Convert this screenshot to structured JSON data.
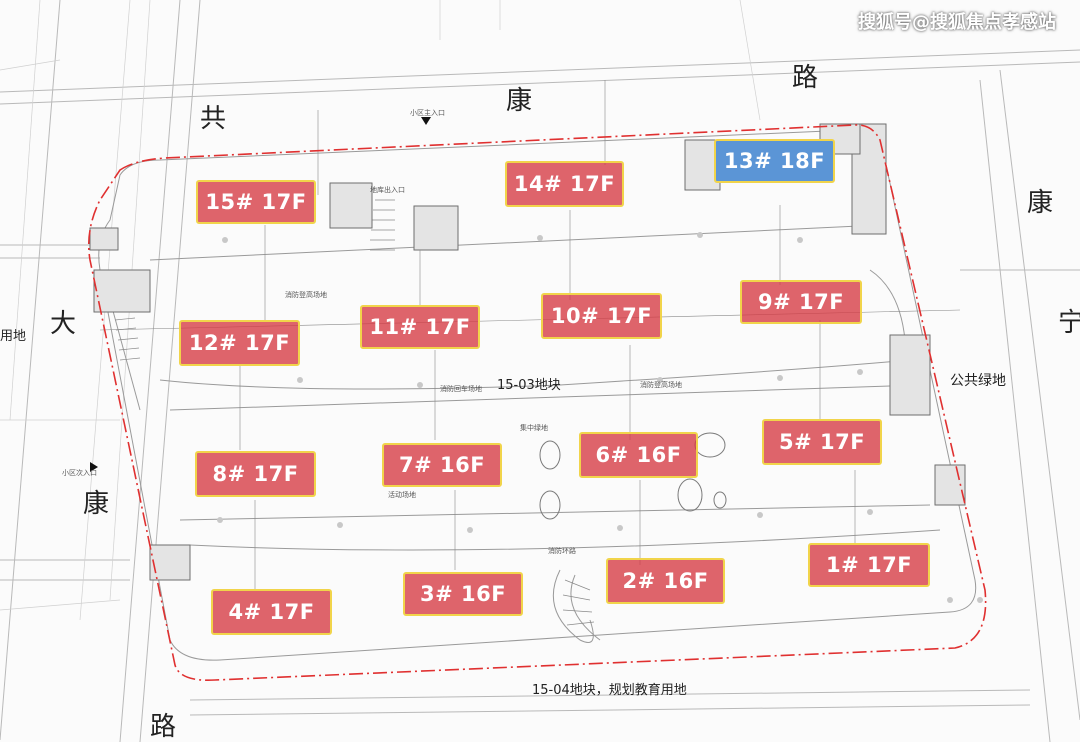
{
  "watermark": "搜狐号@搜狐焦点孝感站",
  "roads": {
    "north": [
      "共",
      "康",
      "路"
    ],
    "east": [
      "康",
      "宁"
    ],
    "west": [
      "大",
      "康"
    ],
    "south_road": "路"
  },
  "labels": {
    "plot": "15-03地块",
    "south_plot": "15-04地块，规划教育用地",
    "green": "公共绿地",
    "west_land": "用地",
    "concentrated_green": "集中绿地",
    "main_entrance": "小区主入口",
    "secondary_entrance": "小区次入口",
    "fire_yard": "消防登高场地",
    "fire_turn": "消防回车场地",
    "fire_road": "消防环路",
    "garage_entrance": "地库出入口",
    "activity": "活动场地"
  },
  "buildings": [
    {
      "id": "15",
      "label": "15# 17F",
      "color": "red"
    },
    {
      "id": "14",
      "label": "14# 17F",
      "color": "red"
    },
    {
      "id": "13",
      "label": "13# 18F",
      "color": "blue"
    },
    {
      "id": "12",
      "label": "12# 17F",
      "color": "red"
    },
    {
      "id": "11",
      "label": "11# 17F",
      "color": "red"
    },
    {
      "id": "10",
      "label": "10# 17F",
      "color": "red"
    },
    {
      "id": "9",
      "label": "9# 17F",
      "color": "red"
    },
    {
      "id": "8",
      "label": "8# 17F",
      "color": "red"
    },
    {
      "id": "7",
      "label": "7# 16F",
      "color": "red"
    },
    {
      "id": "6",
      "label": "6# 16F",
      "color": "red"
    },
    {
      "id": "5",
      "label": "5# 17F",
      "color": "red"
    },
    {
      "id": "4",
      "label": "4# 17F",
      "color": "red"
    },
    {
      "id": "3",
      "label": "3# 16F",
      "color": "red"
    },
    {
      "id": "2",
      "label": "2# 16F",
      "color": "red"
    },
    {
      "id": "1",
      "label": "1# 17F",
      "color": "red"
    }
  ],
  "colors": {
    "building_fill": "#d63a42",
    "building_border": "#f1d44a",
    "highlight_building": "#5b95d6",
    "redline": "#e03030"
  }
}
